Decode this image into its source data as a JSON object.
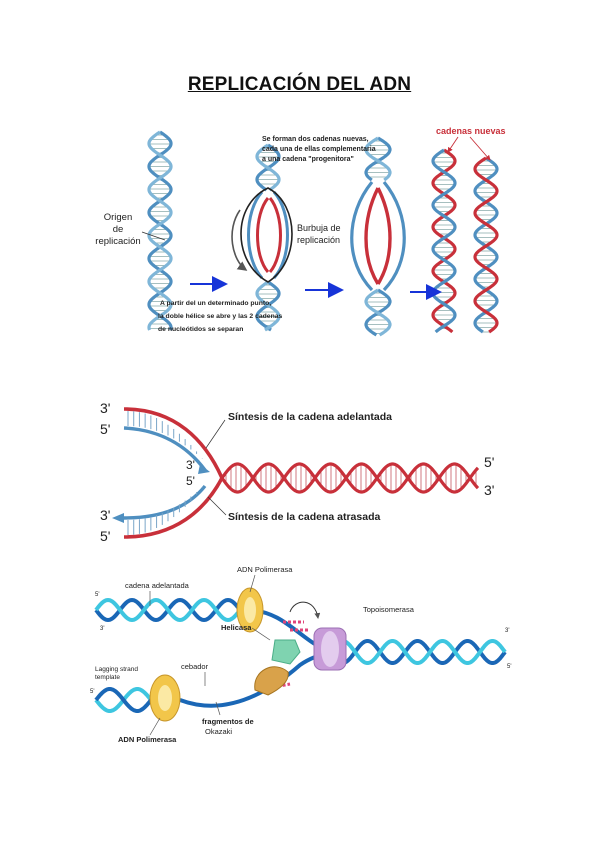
{
  "title": "REPLICACIÓN DEL ADN",
  "fig1": {
    "origin": [
      "Origen",
      "de",
      "replicación"
    ],
    "new_chains_note": [
      "Se forman dos cadenas nuevas,",
      "cada una de ellas complementaria",
      "a una cadena \"progenitora\""
    ],
    "bubble": [
      "Burbuja de",
      "replicación"
    ],
    "new_chains": "cadenas nuevas",
    "bottom_note": [
      "A partir del un determinado punto,",
      "la doble hélice se abre y las 2 cadenas",
      "de nucleótidos se separan"
    ]
  },
  "fig2": {
    "leading": "Síntesis de la cadena  adelantada",
    "lagging": "Síntesis de la cadena  atrasada",
    "end_left_top_a": "3'",
    "end_left_top_b": "5'",
    "end_left_bot_a": "3'",
    "end_left_bot_b": "5'",
    "mid_top": "3'",
    "mid_bot": "5'",
    "end_right_a": "5'",
    "end_right_b": "3'"
  },
  "fig3": {
    "adn_pol_top": "ADN Polimerasa",
    "leading": "cadena adelantada",
    "topo": "Topoisomerasa",
    "helicasa": "Helicasa",
    "cebador": "cebador",
    "lagging_template": [
      "Lagging strand",
      "template"
    ],
    "fragments": [
      "fragmentos de",
      "Okazaki"
    ],
    "adn_pol_bot": "ADN Polimerasa",
    "end_5_top": "5'",
    "end_3_top": "3'",
    "end_3_right": "3'",
    "end_5_right": "5'",
    "end_5_left": "5'"
  },
  "colors": {
    "blue_strand": "#4f8fc0",
    "red_strand": "#c8303a",
    "cyan_strand": "#3ec6e0",
    "dark_blue_strand": "#1a67b6",
    "arrow_blue": "#1734d8",
    "polymerase": "#f2c64a",
    "topoisomerase": "#c79bd8",
    "helicase": "#7fd3b0",
    "cebador": "#d9a24a",
    "okazaki": "#e0457a"
  }
}
